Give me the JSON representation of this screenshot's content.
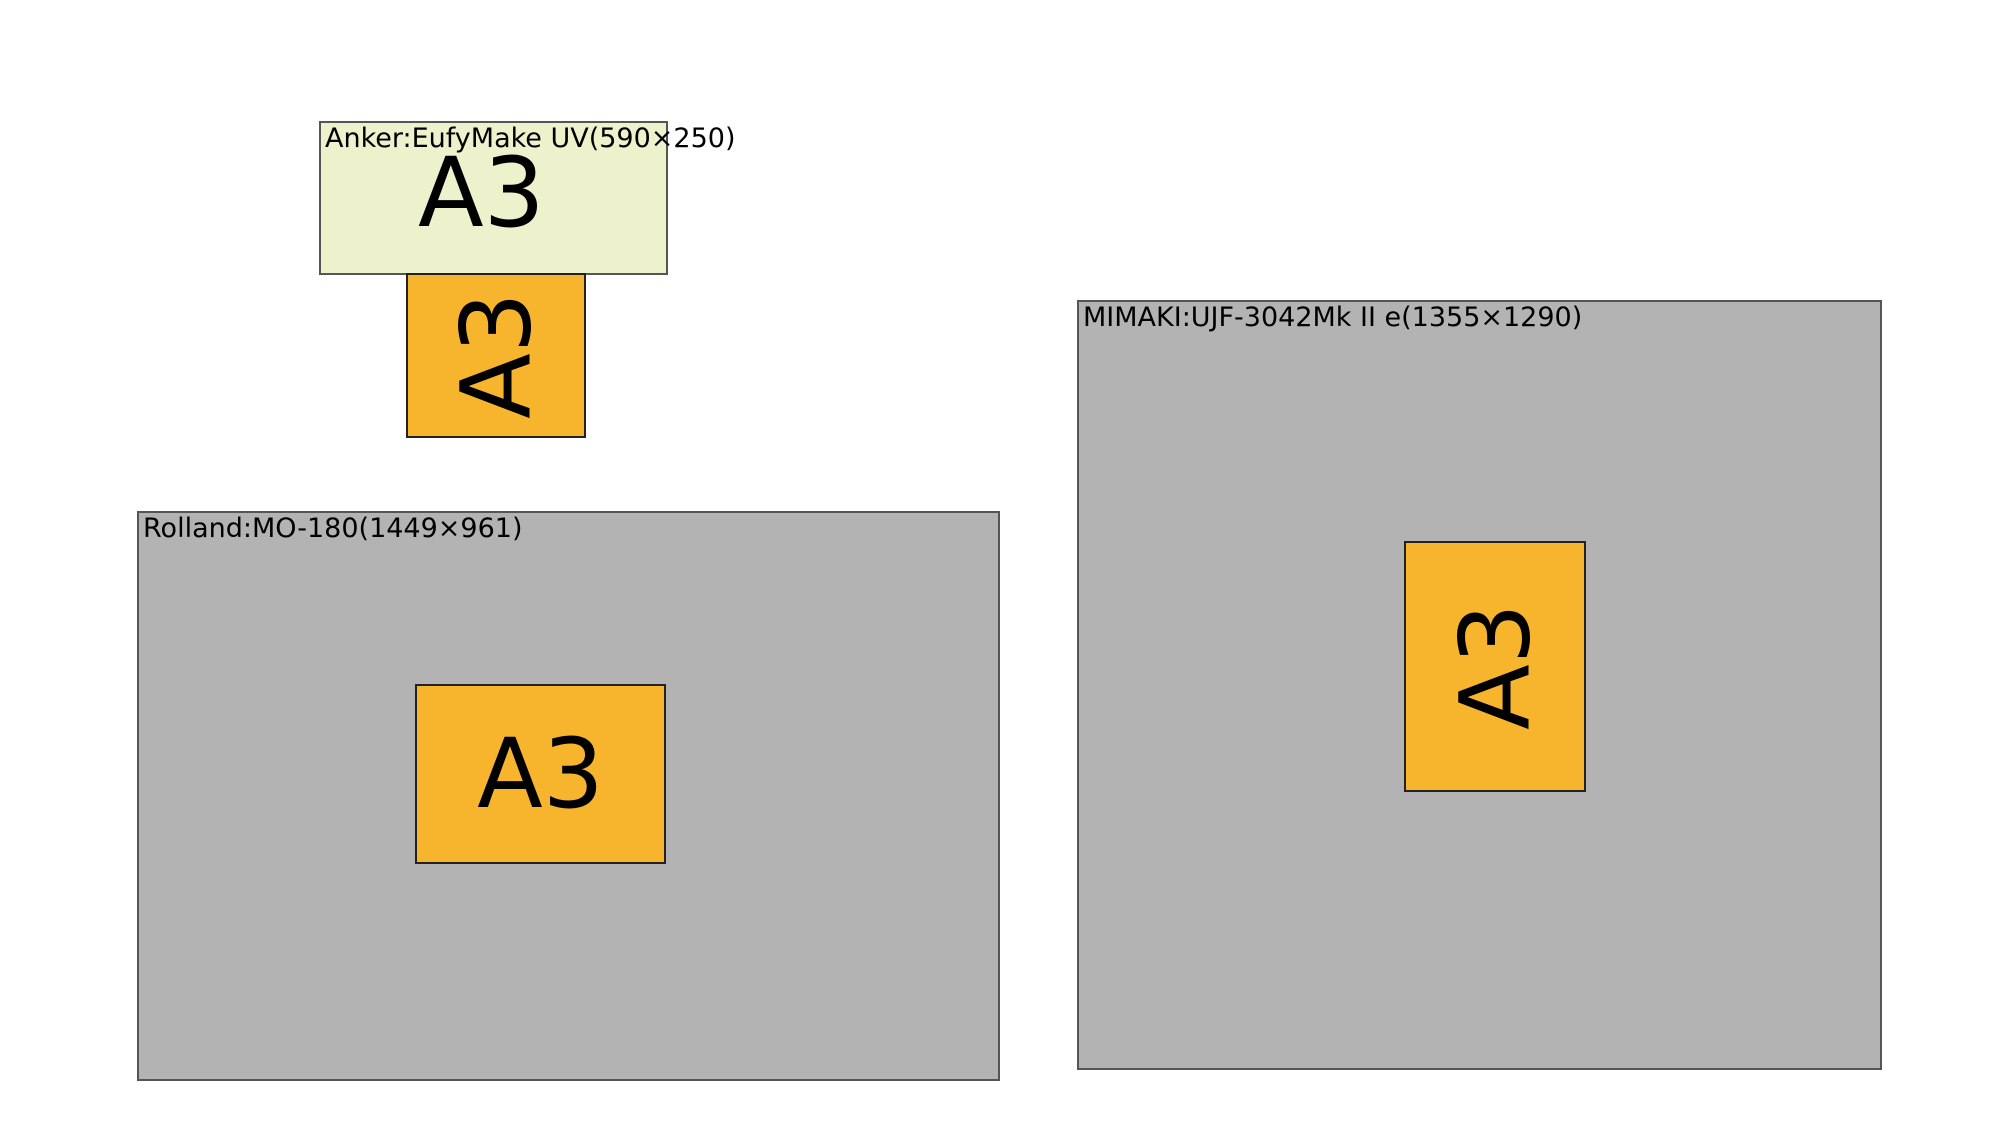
{
  "diagram": {
    "title_text": "",
    "background_color": "#FFFFFF",
    "bed_fill_gray": "#B3B3B3",
    "bed_fill_light": "#EDF1CC",
    "bed_border_color": "#555555",
    "media_fill": "#F7B52E",
    "media_border_color": "#222222"
  },
  "printers": [
    {
      "id": "anker",
      "label": "Anker:EufyMake UV(590×250)",
      "brand": "Anker",
      "model": "EufyMake UV",
      "bed_width_mm": 590,
      "bed_height_mm": 250,
      "bed_fill": "#EDF1CC",
      "media": {
        "label": "A3",
        "orientation": "portrait",
        "rotated": true
      },
      "media_on_bed_label": "A3"
    },
    {
      "id": "rolland",
      "label": "Rolland:MO-180(1449×961)",
      "brand": "Rolland",
      "model": "MO-180",
      "bed_width_mm": 1449,
      "bed_height_mm": 961,
      "bed_fill": "#B3B3B3",
      "media": {
        "label": "A3",
        "orientation": "landscape",
        "rotated": false
      }
    },
    {
      "id": "mimaki",
      "label": "MIMAKI:UJF-3042Mk II e(1355×1290)",
      "brand": "MIMAKI",
      "model": "UJF-3042Mk II e",
      "bed_width_mm": 1355,
      "bed_height_mm": 1290,
      "bed_fill": "#B3B3B3",
      "media": {
        "label": "A3",
        "orientation": "portrait",
        "rotated": true
      }
    }
  ]
}
